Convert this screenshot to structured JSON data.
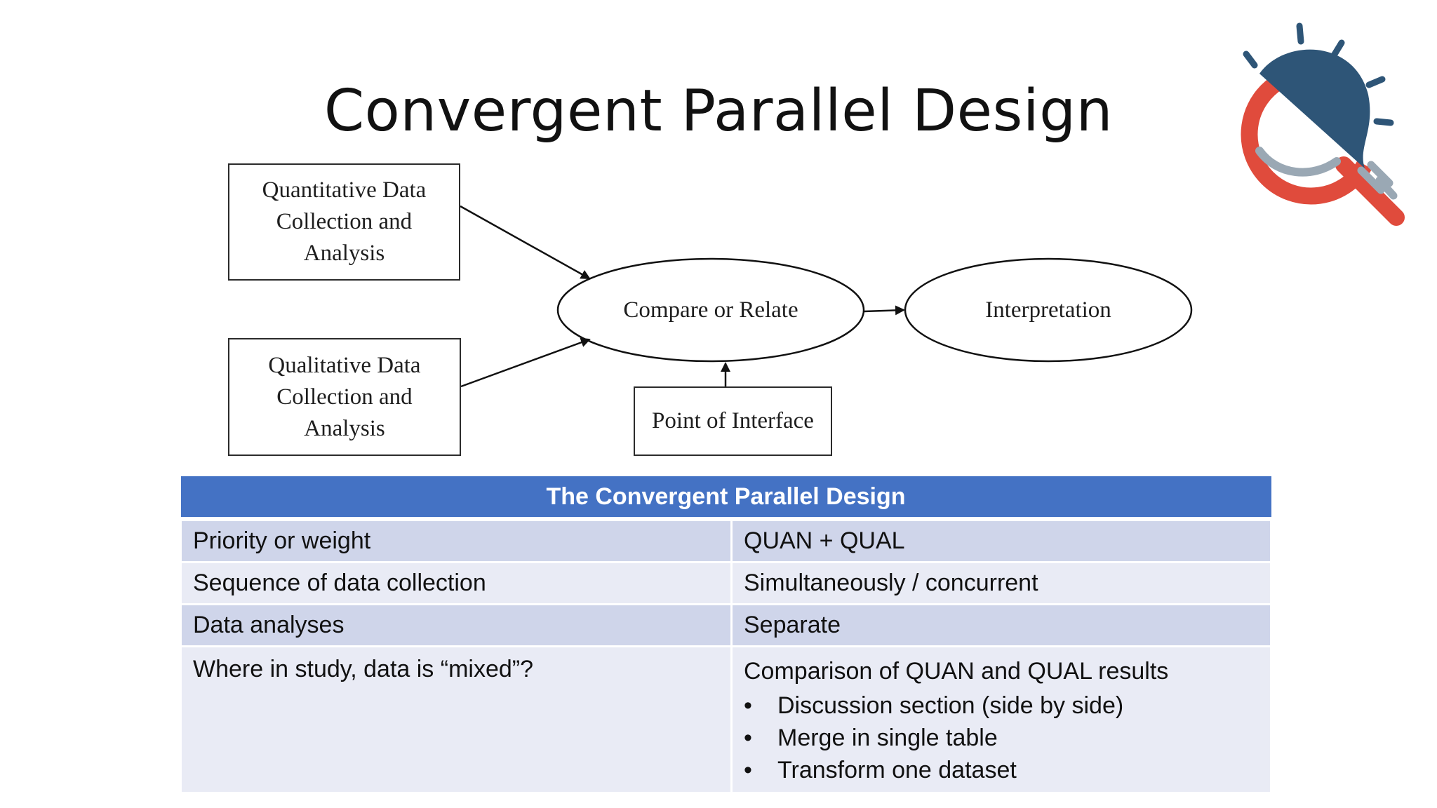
{
  "slide": {
    "title": "Convergent Parallel Design"
  },
  "diagram": {
    "quant_box": "Quantitative Data Collection and Analysis",
    "qual_box": "Qualitative Data Collection and Analysis",
    "compare": "Compare or Relate",
    "interpretation": "Interpretation",
    "interface": "Point of Interface"
  },
  "table": {
    "header": "The Convergent Parallel Design",
    "rows": [
      {
        "label": "Priority or weight",
        "value": "QUAN + QUAL"
      },
      {
        "label": "Sequence of data collection",
        "value": "Simultaneously / concurrent"
      },
      {
        "label": "Data analyses",
        "value": "Separate"
      },
      {
        "label": "Where in study, data is “mixed”?",
        "value": "Comparison of QUAN and QUAL results",
        "bullets": [
          "Discussion section (side by side)",
          "Merge in single table",
          "Transform one dataset"
        ]
      }
    ]
  },
  "colors": {
    "header_bg": "#4472c4",
    "row_dark": "#cfd5ea",
    "row_light": "#e9ebf5",
    "logo_blue": "#2e5577",
    "logo_red": "#e04b3c",
    "logo_gray": "#9aa8b4"
  },
  "icons": {
    "logo": "lightbulb-magnifier-logo-icon"
  }
}
